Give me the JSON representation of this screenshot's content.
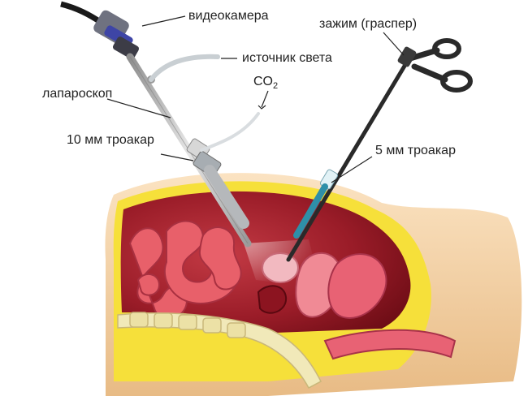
{
  "labels": {
    "camera": "видеокамера",
    "light_source": "источник света",
    "co2_main": "CO",
    "co2_sub": "2",
    "laparoscope": "лапароскоп",
    "trocar_10mm": "10 мм троакар",
    "grasper": "зажим (граспер)",
    "trocar_5mm": "5 мм троакар"
  },
  "colors": {
    "skin": "#f6d6ac",
    "skin_shadow": "#e8bb85",
    "fat": "#f6e03a",
    "cavity": "#8c1420",
    "cavity_light": "#c33a44",
    "intestine": "#e8606a",
    "intestine_dark": "#c24452",
    "bone": "#f1e9b9",
    "organ_pink": "#f08a95",
    "instrument_metal": "#b7b7b7",
    "camera_dark": "#3c3c46",
    "camera_blue": "#3e45a6",
    "trocar_teal": "#2e8fa8",
    "leader_line": "#222222"
  }
}
